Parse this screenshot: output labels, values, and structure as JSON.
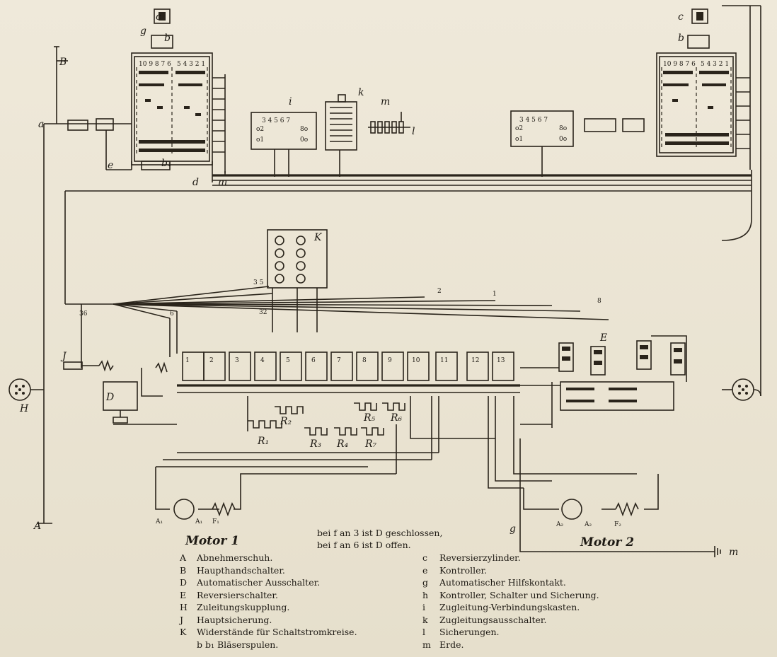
{
  "diagram": {
    "motor1_label": "Motor 1",
    "motor2_label": "Motor 2",
    "contact_numbers": [
      "1",
      "2",
      "3",
      "4",
      "5",
      "6",
      "7",
      "8",
      "9",
      "10",
      "11",
      "12",
      "13"
    ],
    "resistor_labels": [
      "R₁",
      "R₂",
      "R₃",
      "R₄",
      "R₅",
      "R₆",
      "R₇"
    ],
    "conn_box_numbers": "3 4 5 6 7",
    "wire_numbers": [
      "3 5",
      "32",
      "36",
      "2",
      "1",
      "8",
      "6"
    ]
  },
  "notes": {
    "line1": "bei f an 3 ist D geschlossen,",
    "line2": "bei f an 6 ist D offen."
  },
  "legend": {
    "left": [
      {
        "key": "A",
        "text": "Abnehmerschuh."
      },
      {
        "key": "B",
        "text": "Haupthandschalter."
      },
      {
        "key": "D",
        "text": "Automatischer Ausschalter."
      },
      {
        "key": "E",
        "text": "Reversierschalter."
      },
      {
        "key": "H",
        "text": "Zuleitungskupplung."
      },
      {
        "key": "J",
        "text": "Hauptsicherung."
      },
      {
        "key": "K",
        "text": "Widerstände für Schaltstromkreise."
      },
      {
        "key": "",
        "text": "b b₁  Bläserspulen."
      }
    ],
    "right": [
      {
        "key": "c",
        "text": "Reversierzylinder."
      },
      {
        "key": "e",
        "text": "Kontroller."
      },
      {
        "key": "g",
        "text": "Automatischer Hilfskontakt."
      },
      {
        "key": "h",
        "text": "Kontroller, Schalter und Sicherung."
      },
      {
        "key": "i",
        "text": "Zugleitung-Verbindungskasten."
      },
      {
        "key": "k",
        "text": "Zugleitungsausschalter."
      },
      {
        "key": "l",
        "text": "Sicherungen."
      },
      {
        "key": "m",
        "text": "Erde."
      }
    ]
  }
}
